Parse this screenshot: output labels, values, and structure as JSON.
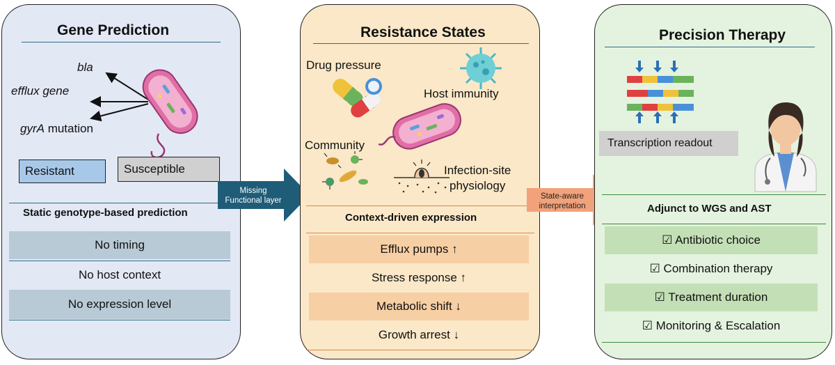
{
  "panel1": {
    "title": "Gene Prediction",
    "gene_bla": "bla",
    "gene_efflux": "efflux gene",
    "gene_gyra_name": "gyrA",
    "gene_gyra_suffix": " mutation",
    "box_resistant": "Resistant",
    "box_susceptible": "Susceptible",
    "subtitle": "Static genotype-based prediction",
    "rows": [
      "No timing",
      "No host context",
      "No expression level"
    ]
  },
  "arrow1": {
    "line1": "Missing",
    "line2": "Functional layer"
  },
  "panel2": {
    "title": "Resistance States",
    "drug_pressure": "Drug pressure",
    "host_immunity": "Host immunity",
    "community": "Community",
    "infection_site_1": "Infection-site",
    "infection_site_2": "physiology",
    "subtitle": "Context-driven expression",
    "rows": [
      "Efflux pumps ↑",
      "Stress response  ↑",
      "Metabolic shift ↓",
      "Growth arrest ↓"
    ]
  },
  "arrow2": {
    "line1": "State-aware",
    "line2": "interpretation"
  },
  "panel3": {
    "title": "Precision Therapy",
    "readout": "Transcription readout",
    "subtitle": "Adjunct to WGS and AST",
    "rows": [
      "☑ Antibiotic choice",
      "☑ Combination therapy",
      "☑ Treatment duration",
      "☑ Monitoring & Escalation"
    ]
  },
  "colors": {
    "panel1_bg": "#e3e8f5",
    "panel2_bg": "#fae8c8",
    "panel3_bg": "#e4f3df",
    "arrow1": "#1f5c78",
    "arrow2": "#f2a27a",
    "row_blue": "#b7cad6",
    "row_orange": "#f7cfa4",
    "row_green": "#c3dfb6",
    "resistant_fill": "#a8c8ea",
    "susceptible_fill": "#d0d0d0"
  },
  "icons": [
    "bacterium-icon",
    "pills-icon",
    "virus-icon",
    "microbial-community-icon",
    "tissue-icon",
    "gene-expression-icon",
    "doctor-icon"
  ]
}
